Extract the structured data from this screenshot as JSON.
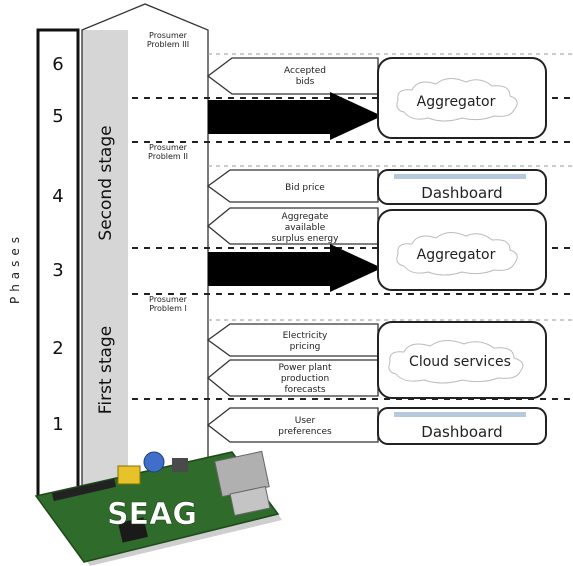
{
  "axis_label": "Phases",
  "phases": [
    "6",
    "5",
    "4",
    "3",
    "2",
    "1"
  ],
  "stages": {
    "second": "Second stage",
    "first": "First stage"
  },
  "prosumer_problems": [
    {
      "line1": "Prosumer",
      "line2": "Problem III"
    },
    {
      "line1": "Prosumer",
      "line2": "Problem II"
    },
    {
      "line1": "Prosumer",
      "line2": "Problem I"
    }
  ],
  "messages": {
    "accepted_bids": [
      "Accepted",
      "bids"
    ],
    "bid_price": [
      "Bid price"
    ],
    "aggregate_surplus": [
      "Aggregate",
      "available",
      "surplus energy"
    ],
    "electricity_pricing": [
      "Electricity",
      "pricing"
    ],
    "power_plant": [
      "Power plant",
      "production",
      "forecasts"
    ],
    "user_preferences": [
      "User",
      "preferences"
    ]
  },
  "entities": {
    "aggregator_top": "Aggregator",
    "dashboard_top": "Dashboard",
    "aggregator_mid": "Aggregator",
    "cloud_services": "Cloud services",
    "dashboard_bottom": "Dashboard"
  },
  "board_label": "SEAG"
}
